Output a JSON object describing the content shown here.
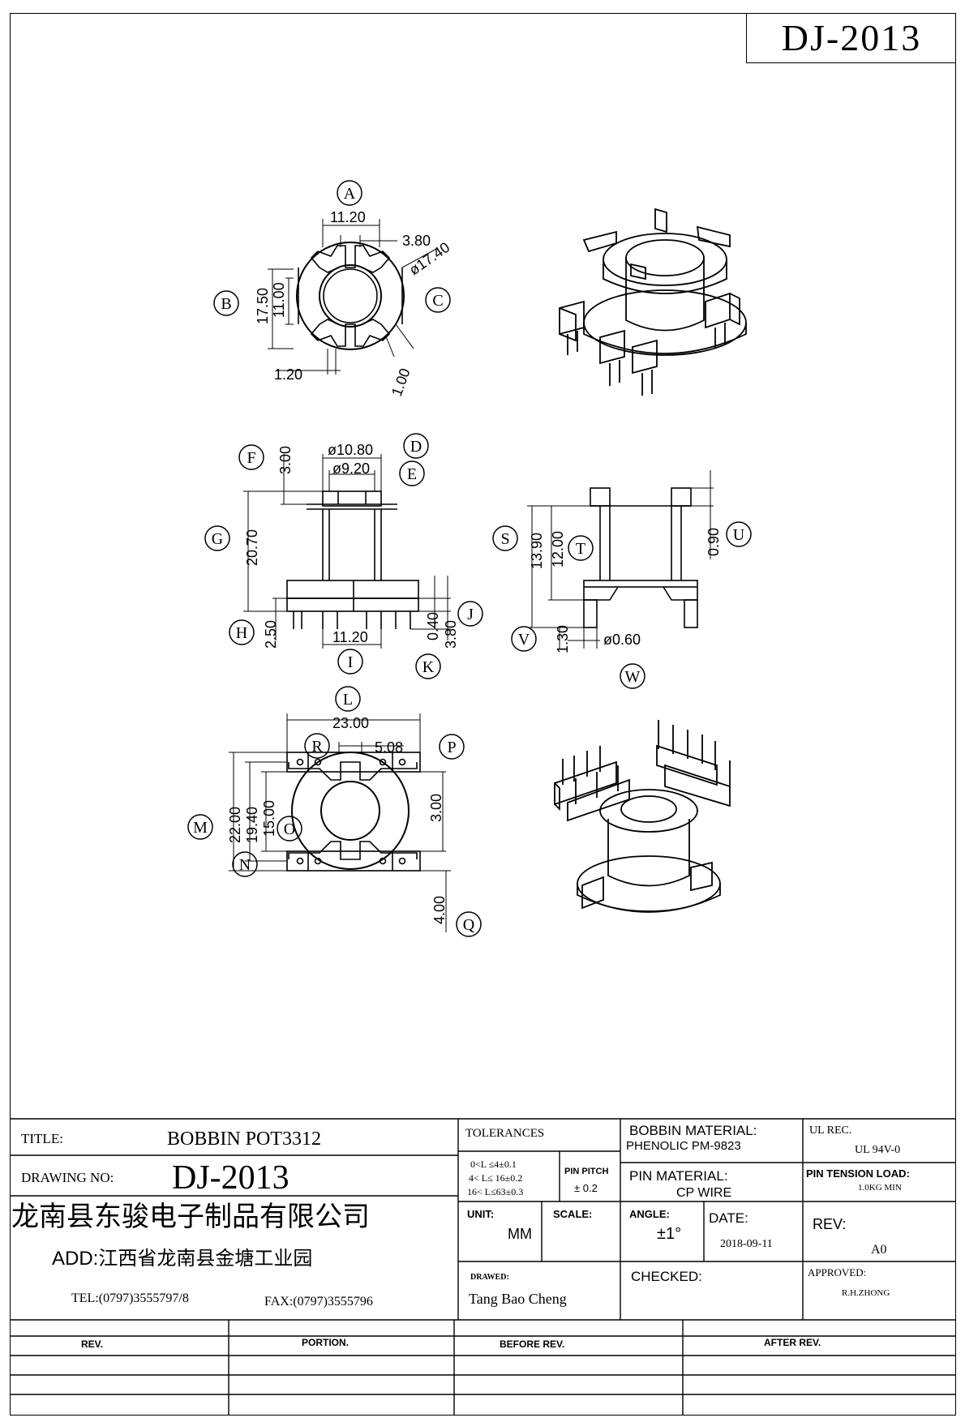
{
  "doc_number": "DJ-2013",
  "callouts": {
    "A": "A",
    "B": "B",
    "C": "C",
    "D": "D",
    "E": "E",
    "F": "F",
    "G": "G",
    "H": "H",
    "I": "I",
    "J": "J",
    "K": "K",
    "L": "L",
    "M": "M",
    "N": "N",
    "O": "O",
    "P": "P",
    "Q": "Q",
    "R": "R",
    "S": "S",
    "T": "T",
    "U": "U",
    "V": "V",
    "W": "W"
  },
  "dims": {
    "top_width": "11.20",
    "top_slot": "3.80",
    "top_dia": "ø17.40",
    "top_h_outer": "17.50",
    "top_h_inner": "11.00",
    "top_left": "1.20",
    "top_gap": "1.00",
    "side_d1": "ø10.80",
    "side_d2": "ø9.20",
    "side_top": "3.00",
    "side_height": "20.70",
    "side_base": "2.50",
    "side_pins": "11.20",
    "side_040": "0.40",
    "side_380": "3.80",
    "end_1390": "13.90",
    "end_1200": "12.00",
    "end_090": "0.90",
    "end_130": "1.30",
    "end_pin": "ø0.60",
    "bot_width": "23.00",
    "bot_pitch": "5.08",
    "bot_2200": "22.00",
    "bot_1940": "19.40",
    "bot_1500": "15.00",
    "bot_300": "3.00",
    "bot_400": "4.00"
  },
  "title_block": {
    "title_label": "TITLE:",
    "title_value": "BOBBIN POT3312",
    "drawing_no_label": "DRAWING NO:",
    "drawing_no_value": "DJ-2013",
    "company": "龙南县东骏电子制品有限公司",
    "address": "ADD:江西省龙南县金塘工业园",
    "tel": "TEL:(0797)3555797/8",
    "fax": "FAX:(0797)3555796",
    "tolerances_label": "TOLERANCES",
    "tol_1": "0<L ≤4±0.1",
    "tol_2": "4< L≤  16±0.2",
    "tol_3": "16< L≤63±0.3",
    "pin_pitch_label": "PIN PITCH",
    "pin_pitch_value": "± 0.2",
    "bobbin_material_label": "BOBBIN MATERIAL:",
    "bobbin_material_value": "PHENOLIC  PM-9823",
    "ul_rec_label": "UL REC.",
    "ul_rec_value": "UL  94V-0",
    "pin_material_label": "PIN MATERIAL:",
    "pin_material_value": "CP  WIRE",
    "pin_tension_label": "PIN TENSION LOAD:",
    "pin_tension_value": "1.0KG MIN",
    "unit_label": "UNIT:",
    "unit_value": "MM",
    "scale_label": "SCALE:",
    "angle_label": "ANGLE:",
    "angle_value": "±1°",
    "date_label": "DATE:",
    "date_value": "2018-09-11",
    "rev_label": "REV:",
    "rev_value": "A0",
    "drawed_label": "DRAWED:",
    "drawed_value": "Tang Bao Cheng",
    "checked_label": "CHECKED:",
    "approved_label": "APPROVED:",
    "approved_value": "R.H.ZHONG"
  },
  "revision_table": {
    "headers": [
      "REV.",
      "PORTION.",
      "BEFORE REV.",
      "AFTER REV."
    ]
  }
}
